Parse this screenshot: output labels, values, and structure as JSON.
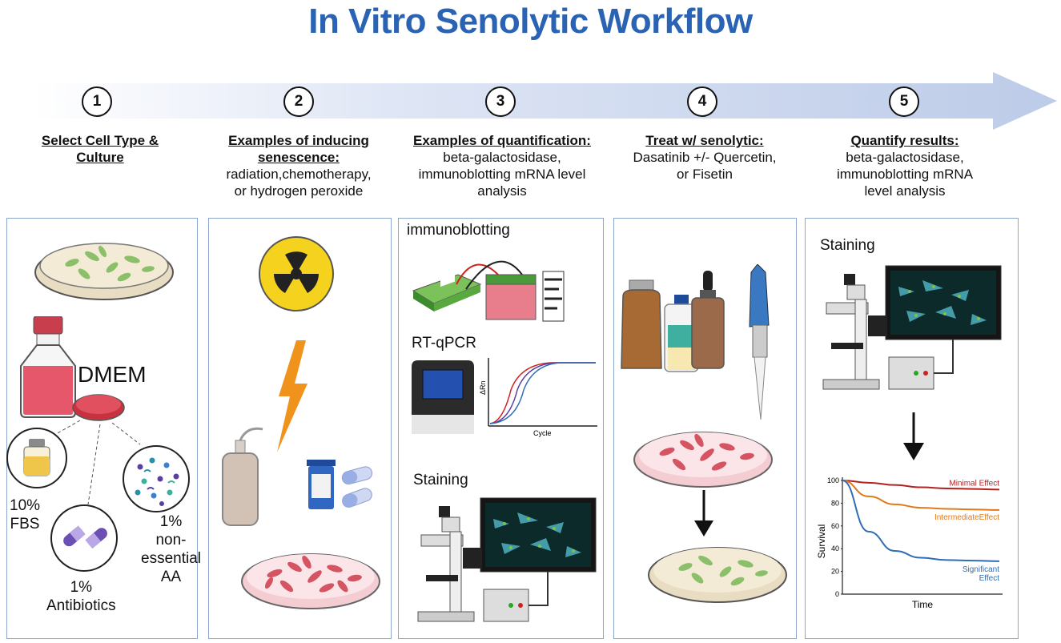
{
  "title": "In Vitro Senolytic Workflow",
  "steps": [
    {
      "num": "1",
      "heading": "Select Cell Type &",
      "heading2": "Culture",
      "body": [
        "",
        ""
      ]
    },
    {
      "num": "2",
      "heading": "Examples of inducing",
      "heading2": "senescence:",
      "body": [
        "radiation,chemotherapy,",
        "or hydrogen peroxide"
      ]
    },
    {
      "num": "3",
      "heading": "Examples of quantification:",
      "heading2": "",
      "body": [
        "beta-galactosidase,",
        "immunoblotting  mRNA level",
        "analysis"
      ]
    },
    {
      "num": "4",
      "heading": "Treat w/ senolytic:",
      "heading2": "",
      "body": [
        "Dasatinib +/- Quercetin,",
        "or Fisetin"
      ]
    },
    {
      "num": "5",
      "heading": "Quantify results:",
      "heading2": "",
      "body": [
        "beta-galactosidase,",
        "immunoblotting  mRNA",
        "level analysis"
      ]
    }
  ],
  "panel1": {
    "medium": "DMEM",
    "fbs": [
      "10%",
      "FBS"
    ],
    "antibiotics": [
      "1%",
      "Antibiotics"
    ],
    "aa": [
      "1%",
      "non-",
      "essential",
      "AA"
    ]
  },
  "panel3": {
    "immuno": "immunoblotting",
    "rtqpcr": "RT-qPCR",
    "staining": "Staining",
    "ylabel": "ΔRn",
    "xlabel": "Cycle"
  },
  "panel5": {
    "staining": "Staining"
  },
  "chart_data": {
    "type": "line",
    "xlabel": "Time",
    "ylabel": "Survival",
    "ylim": [
      0,
      100
    ],
    "yticks": [
      "100",
      "80",
      "60",
      "40",
      "20",
      "0"
    ],
    "series": [
      {
        "name": "Minimal Effect",
        "color": "#b22222",
        "values": [
          100,
          98,
          96,
          94,
          93,
          92.5,
          92
        ]
      },
      {
        "name": "IntermediateEffect",
        "color": "#e07b1a",
        "values": [
          100,
          86,
          79,
          76,
          75,
          74.5,
          74
        ]
      },
      {
        "name": "Significant Effect",
        "color": "#2f6db5",
        "values": [
          100,
          55,
          38,
          32,
          30,
          29.5,
          29
        ]
      }
    ],
    "x": [
      0,
      1,
      2,
      3,
      4,
      5,
      6
    ]
  }
}
